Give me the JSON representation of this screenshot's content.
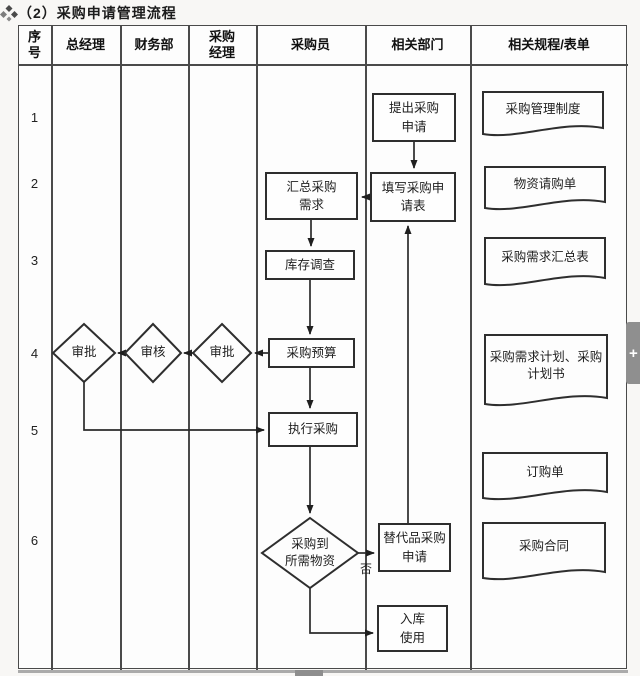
{
  "title": {
    "icon": "diamond-cluster",
    "text": "（2）采购申请管理流程"
  },
  "table": {
    "headers": [
      "序\n号",
      "总经理",
      "财务部",
      "采购\n经理",
      "采购员",
      "相关部门",
      "相关规程/表单"
    ],
    "row_numbers": [
      "1",
      "2",
      "3",
      "4",
      "5",
      "6"
    ]
  },
  "flow": {
    "propose": "提出采购\n申请",
    "fill_form": "填写采购申\n请表",
    "summarize": "汇总采购\n需求",
    "inventory": "库存调查",
    "budget": "采购预算",
    "gm_approve": "审批",
    "fin_review": "审核",
    "pm_approve": "审批",
    "execute": "执行采购",
    "decision": "采购到\n所需物资",
    "substitute": "替代品采购\n申请",
    "warehouse": "入库\n使用",
    "no_label": "否"
  },
  "documents": [
    "采购管理制度",
    "物资请购单",
    "采购需求汇总表",
    "采购需求计划、采购\n计划书",
    "订购单",
    "采购合同"
  ],
  "side_widget": {
    "label": "+"
  },
  "colors": {
    "line": "#2b2b2b",
    "table_border": "#4a4a4a",
    "text": "#1e1e1e",
    "widget": "#8f8f8f"
  }
}
